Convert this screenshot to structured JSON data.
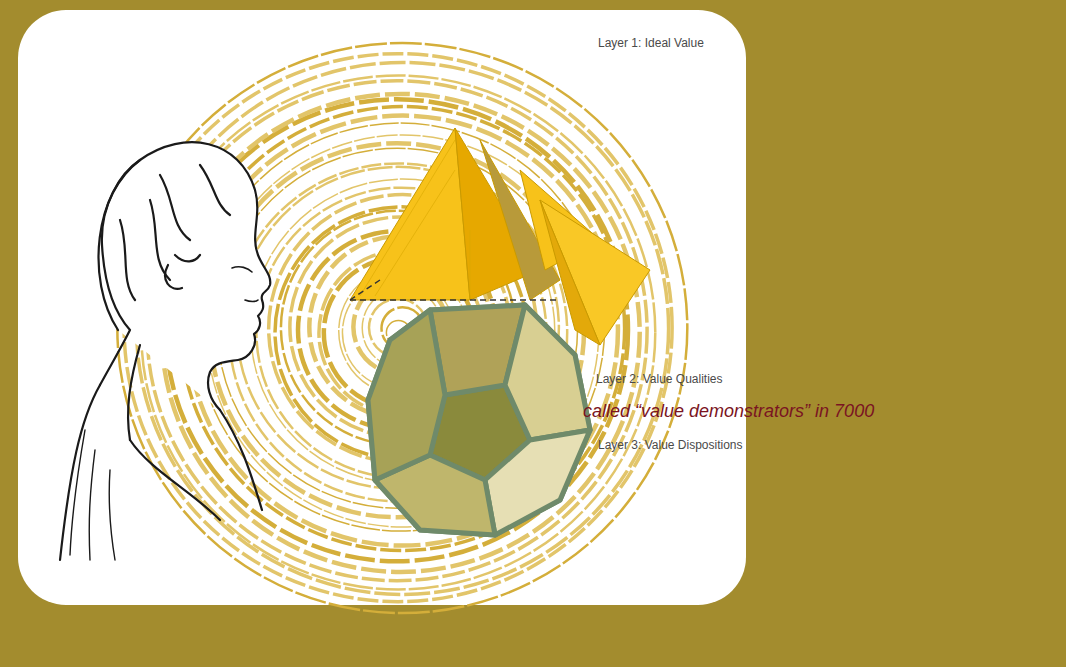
{
  "diagram": {
    "labels": [
      "Layer 1: Ideal Value",
      "Layer 2: Value Qualities",
      "called “value demonstrators” in 7000",
      "Layer 3: Value Dispositions"
    ]
  }
}
